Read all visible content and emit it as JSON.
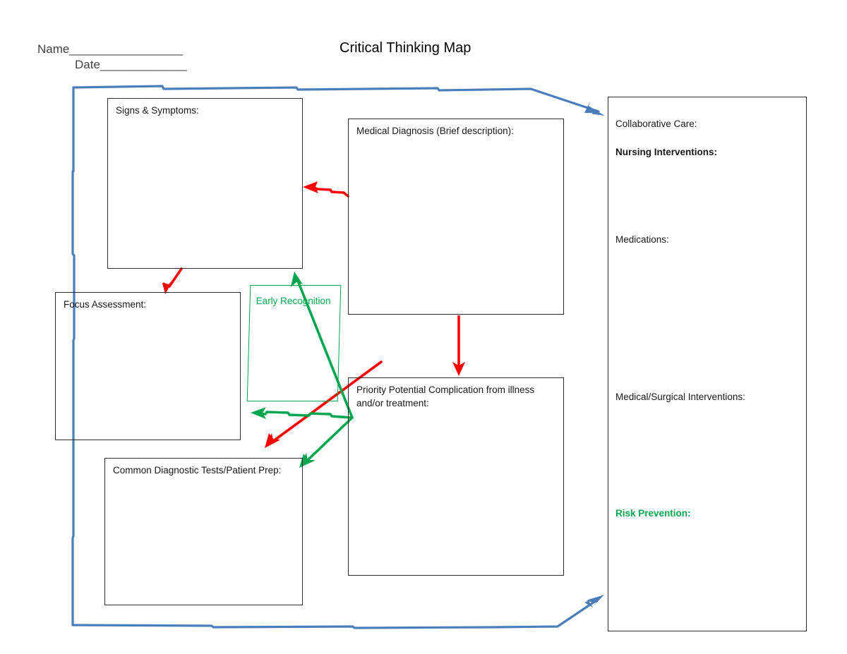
{
  "page": {
    "title": "Critical Thinking Map",
    "name_line": "Name_________________",
    "date_line": "Date_____________"
  },
  "boxes": {
    "signs_symptoms": "Signs & Symptoms:",
    "medical_diagnosis": "Medical Diagnosis (Brief description):",
    "focus_assessment": "Focus Assessment:",
    "early_recognition": "Early Recognition",
    "priority_complication": "Priority Potential Complication from illness and/or treatment:",
    "common_diagnostic_tests": "Common Diagnostic Tests/Patient Prep:"
  },
  "collaborative_panel": {
    "collaborative_care": "Collaborative Care:",
    "nursing_interventions": "Nursing Interventions:",
    "medications": "Medications:",
    "medical_surgical_interventions": "Medical/Surgical Interventions:",
    "risk_prevention": "Risk Prevention:"
  },
  "colors": {
    "blue_connector": "#4a7ebb",
    "red_arrow": "#ff0000",
    "green_arrow": "#00a550",
    "box_border": "#2b2b2b",
    "text": "#171717",
    "header_text": "#404040"
  },
  "connectors": [
    {
      "name": "blue-outer-loop-top",
      "color": "#4a7ebb",
      "from": "page-left-margin",
      "to": "collaborative-care-panel"
    },
    {
      "name": "blue-outer-loop-bottom",
      "color": "#4a7ebb",
      "from": "page-left-margin",
      "to": "collaborative-care-panel"
    },
    {
      "name": "red-diagnosis-to-signs",
      "color": "#ff0000",
      "from": "medical-diagnosis-box",
      "to": "signs-symptoms-box"
    },
    {
      "name": "red-signs-to-focus",
      "color": "#ff0000",
      "from": "signs-symptoms-box",
      "to": "focus-assessment-box"
    },
    {
      "name": "red-diagnosis-to-priority",
      "color": "#ff0000",
      "from": "medical-diagnosis-box",
      "to": "priority-complication-box"
    },
    {
      "name": "red-diagnosis-to-lower-left",
      "color": "#ff0000",
      "from": "medical-diagnosis-box",
      "to": "common-diagnostic-tests-box"
    },
    {
      "name": "green-priority-to-diagnosis",
      "color": "#00a550",
      "from": "priority-complication-box",
      "to": "medical-diagnosis-box"
    },
    {
      "name": "green-priority-to-focus",
      "color": "#00a550",
      "from": "priority-complication-box",
      "to": "focus-assessment-box"
    },
    {
      "name": "green-priority-to-common-tests",
      "color": "#00a550",
      "from": "priority-complication-box",
      "to": "common-diagnostic-tests-box"
    }
  ]
}
